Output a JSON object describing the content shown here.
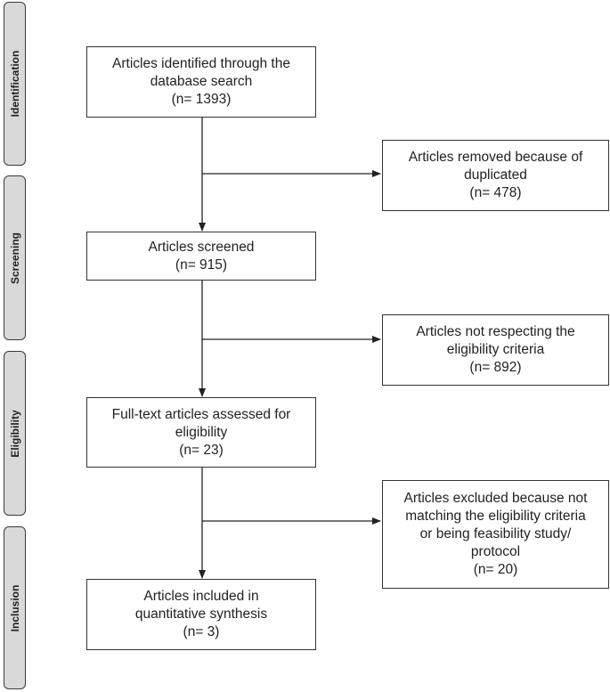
{
  "phases": [
    {
      "label": "Identification"
    },
    {
      "label": "Screening"
    },
    {
      "label": "Eligibility"
    },
    {
      "label": "Inclusion"
    }
  ],
  "main_boxes": [
    {
      "lines": [
        "Articles identified through the",
        "database search"
      ],
      "count": "(n= 1393)"
    },
    {
      "lines": [
        "Articles screened"
      ],
      "count": "(n= 915)"
    },
    {
      "lines": [
        "Full-text articles assessed for",
        "eligibility"
      ],
      "count": "(n= 23)"
    },
    {
      "lines": [
        "Articles included in",
        "quantitative synthesis"
      ],
      "count": "(n= 3)"
    }
  ],
  "side_boxes": [
    {
      "lines": [
        "Articles removed because of",
        "duplicated"
      ],
      "count": "(n= 478)"
    },
    {
      "lines": [
        "Articles not respecting the",
        "eligibility criteria"
      ],
      "count": "(n= 892)"
    },
    {
      "lines": [
        "Articles excluded because not",
        "matching the eligibility criteria",
        "or being feasibility study/",
        "protocol"
      ],
      "count": "(n= 20)"
    }
  ]
}
